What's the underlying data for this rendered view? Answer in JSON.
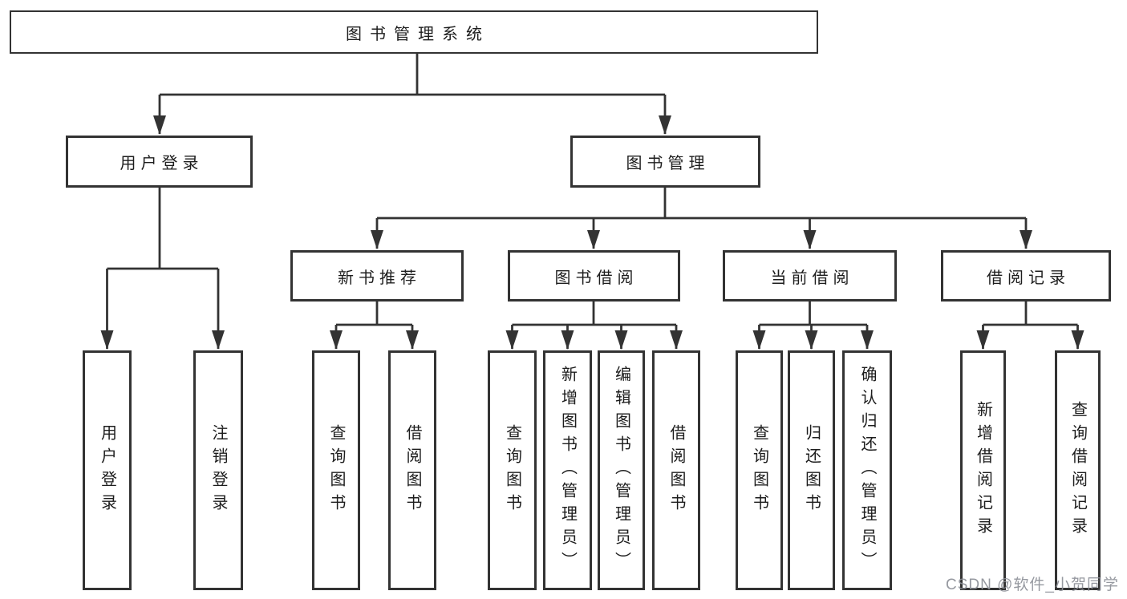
{
  "tree": {
    "label": "图书管理系统",
    "children": [
      {
        "label": "用户登录",
        "children": [
          {
            "label": "用户登录"
          },
          {
            "label": "注销登录"
          }
        ]
      },
      {
        "label": "图书管理",
        "children": [
          {
            "label": "新书推荐",
            "children": [
              {
                "label": "查询图书"
              },
              {
                "label": "借阅图书"
              }
            ]
          },
          {
            "label": "图书借阅",
            "children": [
              {
                "label": "查询图书"
              },
              {
                "label": "新增图书（管理员）"
              },
              {
                "label": "编辑图书（管理员）"
              },
              {
                "label": "借阅图书"
              }
            ]
          },
          {
            "label": "当前借阅",
            "children": [
              {
                "label": "查询图书"
              },
              {
                "label": "归还图书"
              },
              {
                "label": "确认归还（管理员）"
              }
            ]
          },
          {
            "label": "借阅记录",
            "children": [
              {
                "label": "新增借阅记录"
              },
              {
                "label": "查询借阅记录"
              }
            ]
          }
        ]
      }
    ]
  },
  "watermark": {
    "text": "CSDN @软件_小贺同学"
  },
  "palette": {
    "background": "#ffffff",
    "line": "#333333",
    "box_border": "#333333",
    "text": "#1d1d1d",
    "watermark": "#8b8e96"
  }
}
